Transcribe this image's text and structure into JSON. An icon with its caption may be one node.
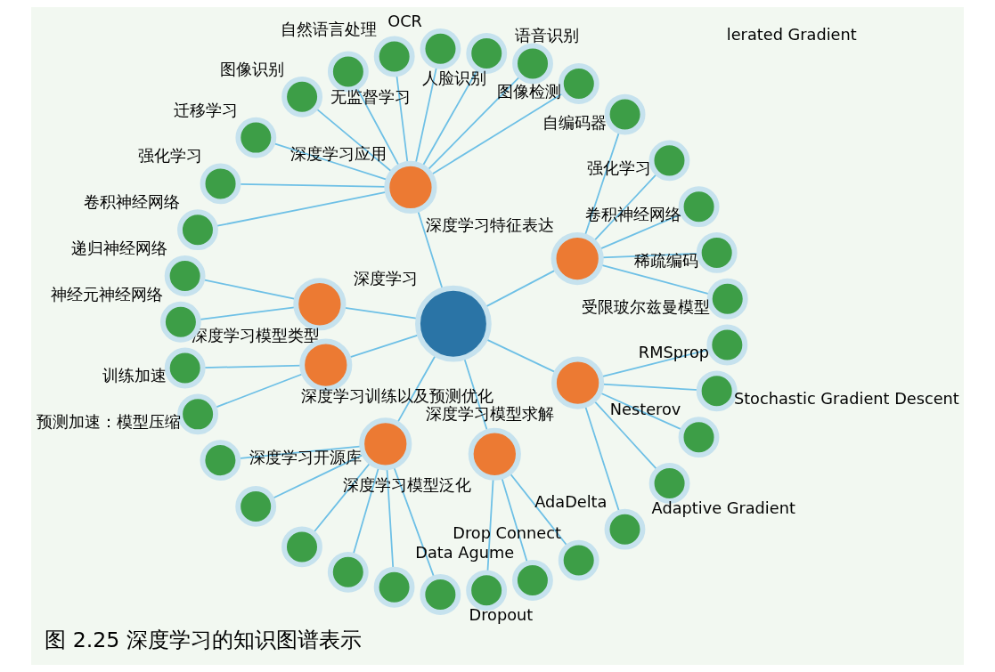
{
  "diagram": {
    "caption": "图 2.25 深度学习的知识图谱表示",
    "nodes": [
      {
        "text": [
          "深度学习"
        ]
      },
      {
        "text": [
          "深度学习特征表达"
        ]
      },
      {
        "text": [
          "受限玻尔兹曼模型"
        ]
      },
      {
        "text": [
          "稀疏编码"
        ]
      },
      {
        "text": [
          "卷积神经网络"
        ]
      },
      {
        "text": [
          "强化学习"
        ]
      },
      {
        "text": [
          "自编码器"
        ]
      },
      {
        "text": [
          "深度学习应用"
        ]
      },
      {
        "text": [
          "图像检测"
        ]
      },
      {
        "text": [
          "语音识别"
        ]
      },
      {
        "text": [
          "人脸识别"
        ]
      },
      {
        "text": [
          "OCR"
        ]
      },
      {
        "text": [
          "自然语言处理"
        ]
      },
      {
        "text": [
          "无监督学习"
        ]
      },
      {
        "text": [
          "图像识别"
        ]
      },
      {
        "text": [
          "迁移学习"
        ]
      },
      {
        "text": [
          "强化学习"
        ]
      },
      {
        "text": [
          "卷积神经网络"
        ]
      },
      {
        "text": [
          "深度学习模型类型"
        ]
      },
      {
        "text": [
          "递归神经网络"
        ]
      },
      {
        "text": [
          "神经元神经网络"
        ]
      },
      {
        "text": [
          "深度学习训练以及预测优化"
        ]
      },
      {
        "text": [
          "训练加速"
        ]
      },
      {
        "text": [
          "预测加速：模型压缩"
        ]
      },
      {
        "text": [
          "深度学习开源库"
        ]
      },
      {
        "text": [],
        "shape": "circle"
      },
      {
        "text": [],
        "shape": "circle"
      },
      {
        "text": [],
        "shape": "circle"
      },
      {
        "text": [],
        "shape": "circle"
      },
      {
        "text": [],
        "shape": "circle"
      },
      {
        "text": [],
        "shape": "circle"
      },
      {
        "text": [
          "深度学习模型泛化"
        ]
      },
      {
        "text": [
          "Dropout"
        ]
      },
      {
        "text": [
          "Data Agume"
        ]
      },
      {
        "text": [
          "Drop Connect"
        ]
      },
      {
        "text": [
          "深度学习模型求解"
        ]
      },
      {
        "text": [
          "AdaDelta"
        ]
      },
      {
        "text": [
          "Adaptive Gradient"
        ]
      },
      {
        "text": [
          "Nesterov"
        ]
      },
      {
        "text": [
          "Stochastic Gradient Descent"
        ]
      },
      {
        "text": [
          "RMSprop"
        ]
      }
    ],
    "edges": [
      {
        "from": 0,
        "to": 1,
        "arrow": "none"
      },
      {
        "from": 0,
        "to": 7,
        "arrow": "none"
      },
      {
        "from": 0,
        "to": 18,
        "arrow": "none"
      },
      {
        "from": 0,
        "to": 21,
        "arrow": "none"
      },
      {
        "from": 0,
        "to": 24,
        "arrow": "none"
      },
      {
        "from": 0,
        "to": 31,
        "arrow": "none"
      },
      {
        "from": 0,
        "to": 35,
        "arrow": "none"
      },
      {
        "from": 1,
        "to": 2,
        "arrow": "none"
      },
      {
        "from": 1,
        "to": 3,
        "arrow": "none"
      },
      {
        "from": 1,
        "to": 4,
        "arrow": "none"
      },
      {
        "from": 1,
        "to": 5,
        "arrow": "none"
      },
      {
        "from": 1,
        "to": 6,
        "arrow": "none"
      },
      {
        "from": 7,
        "to": 8,
        "arrow": "none"
      },
      {
        "from": 7,
        "to": 9,
        "arrow": "none"
      },
      {
        "from": 7,
        "to": 10,
        "arrow": "none"
      },
      {
        "from": 7,
        "to": 11,
        "arrow": "none"
      },
      {
        "from": 7,
        "to": 12,
        "arrow": "none"
      },
      {
        "from": 7,
        "to": 13,
        "arrow": "none"
      },
      {
        "from": 7,
        "to": 14,
        "arrow": "none"
      },
      {
        "from": 7,
        "to": 15,
        "arrow": "none"
      },
      {
        "from": 7,
        "to": 16,
        "arrow": "none"
      },
      {
        "from": 7,
        "to": 17,
        "arrow": "none"
      },
      {
        "from": 18,
        "to": 19,
        "arrow": "none"
      },
      {
        "from": 18,
        "to": 20,
        "arrow": "none"
      },
      {
        "from": 21,
        "to": 22,
        "arrow": "none"
      },
      {
        "from": 21,
        "to": 23,
        "arrow": "none"
      },
      {
        "from": 24,
        "to": 25,
        "arrow": "none"
      },
      {
        "from": 24,
        "to": 26,
        "arrow": "none"
      },
      {
        "from": 24,
        "to": 27,
        "arrow": "none"
      },
      {
        "from": 24,
        "to": 28,
        "arrow": "none"
      },
      {
        "from": 24,
        "to": 29,
        "arrow": "none"
      },
      {
        "from": 24,
        "to": 30,
        "arrow": "none"
      },
      {
        "from": 31,
        "to": 32,
        "arrow": "none"
      },
      {
        "from": 31,
        "to": 33,
        "arrow": "none"
      },
      {
        "from": 31,
        "to": 34,
        "arrow": "none"
      },
      {
        "from": 35,
        "to": 36,
        "arrow": "none"
      },
      {
        "from": 35,
        "to": 37,
        "arrow": "none"
      },
      {
        "from": 35,
        "to": 38,
        "arrow": "none"
      },
      {
        "from": 35,
        "to": 39,
        "arrow": "none"
      },
      {
        "from": 35,
        "to": 40,
        "arrow": "none"
      }
    ],
    "labels": [
      "lerated Gradient"
    ]
  }
}
